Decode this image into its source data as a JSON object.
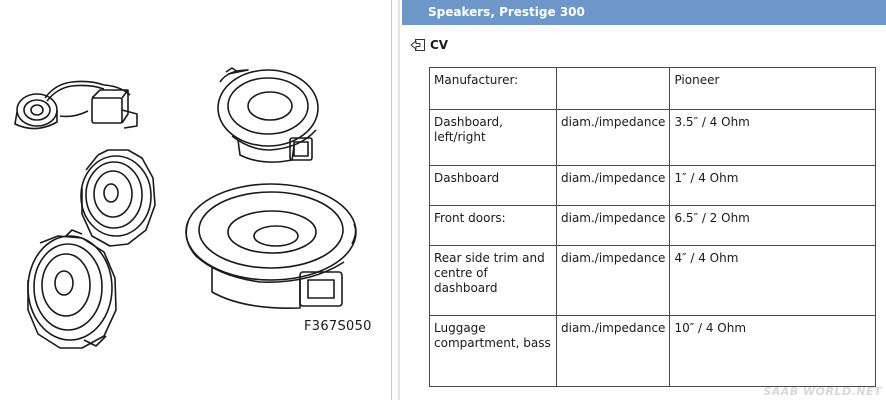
{
  "figure": {
    "code": "F367S050",
    "components": [
      "tweeter-with-cable",
      "small-speaker",
      "medium-speaker",
      "round-speaker",
      "oval-bass-speaker"
    ]
  },
  "header": {
    "title": "Speakers, Prestige 300"
  },
  "section": {
    "label": "CV",
    "icon": "back-arrow-icon"
  },
  "table": {
    "rows": [
      [
        "Manufacturer:",
        "",
        "Pioneer"
      ],
      [
        "Dashboard, left/right",
        "diam./impedance",
        "3.5″ / 4 Ohm"
      ],
      [
        "Dashboard",
        "diam./impedance",
        "1″ / 4 Ohm"
      ],
      [
        "Front doors:",
        "diam./impedance",
        "6.5″ / 2 Ohm"
      ],
      [
        "Rear side trim and centre of dashboard",
        "diam./impedance",
        "4″ / 4 Ohm"
      ],
      [
        "Luggage compartment, bass",
        "diam./impedance",
        "10″ / 4 Ohm"
      ]
    ]
  },
  "watermark": "SAAB WORLD.NET",
  "colors": {
    "title_bar": "#6e97c9",
    "border": "#4a4a4a"
  }
}
